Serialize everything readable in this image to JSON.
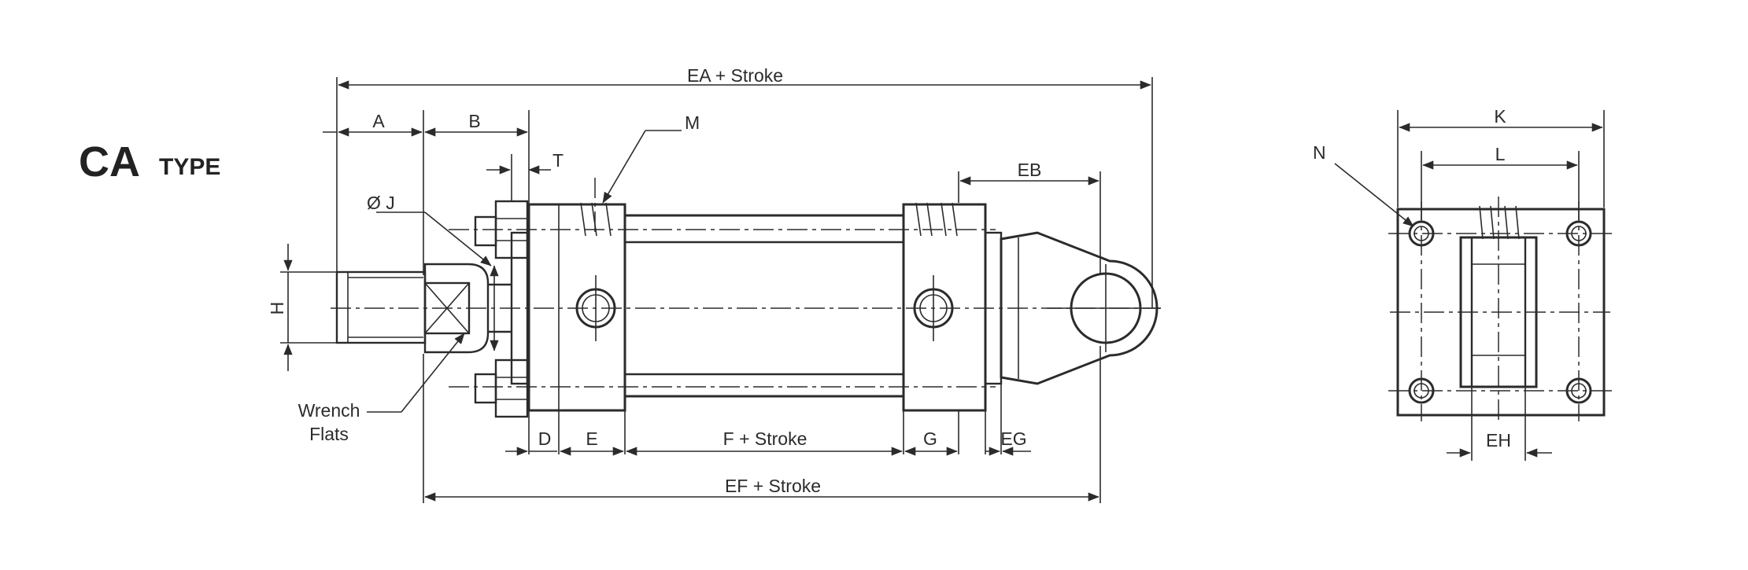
{
  "title": {
    "main": "CA",
    "sub": "TYPE"
  },
  "side_view": {
    "dims": {
      "ea": "EA + Stroke",
      "a": "A",
      "b": "B",
      "m": "M",
      "t": "T",
      "eb": "EB",
      "j": "Ø J",
      "h": "H",
      "d": "D",
      "e": "E",
      "f": "F + Stroke",
      "g": "G",
      "eg": "EG",
      "ef": "EF + Stroke"
    },
    "wrench_label_1": "Wrench",
    "wrench_label_2": "Flats"
  },
  "end_view": {
    "dims": {
      "k": "K",
      "l": "L",
      "n": "N",
      "eh": "EH"
    }
  },
  "colors": {
    "ink": "#2b2b2b",
    "paper": "#ffffff"
  }
}
